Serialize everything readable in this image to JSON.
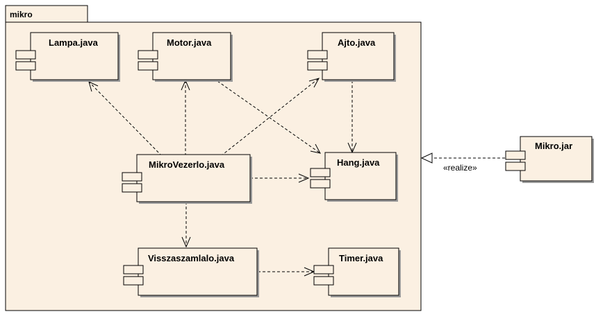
{
  "package": {
    "name": "mikro"
  },
  "components": {
    "lampa": "Lampa.java",
    "motor": "Motor.java",
    "ajto": "Ajto.java",
    "mikrovezerlo": "MikroVezerlo.java",
    "hang": "Hang.java",
    "visszaszamlalo": "Visszaszamlalo.java",
    "timer": "Timer.java",
    "mikrojar": "Mikro.jar"
  },
  "relations": {
    "realize_label": "«realize»"
  }
}
